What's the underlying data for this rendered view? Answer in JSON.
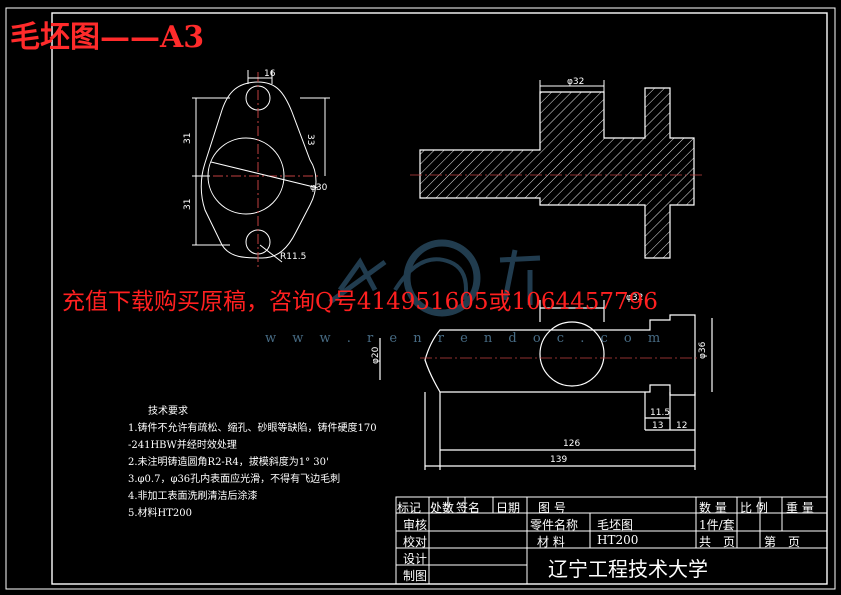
{
  "header": {
    "title": "毛坯图——A3"
  },
  "promo": {
    "text": "充值下载购买原稿，咨询Q号414951605或1064457796"
  },
  "watermark": {
    "url": "w w w . r e n r e n d o c . c o m"
  },
  "dimensions": {
    "left_view": {
      "top": "16",
      "left_upper": "31",
      "left_lower": "31",
      "right": "33",
      "diameter": "φ30",
      "radius": "R11.5"
    },
    "section_view": {
      "top": "φ32"
    },
    "bottom_view": {
      "bore": "φ32",
      "left": "φ20",
      "right": "φ36",
      "d115": "11.5",
      "d13": "13",
      "d12": "12",
      "d126": "126",
      "d139": "139"
    }
  },
  "requirements": {
    "title": "技术要求",
    "items": [
      "1.铸件不允许有疏松、缩孔、砂眼等缺陷，铸件硬度170",
      "-241HBW并经时效处理",
      "2.未注明铸造圆角R2-R4，拔模斜度为1° 30'",
      "3.φ0.7，φ36孔内表面应光滑，不得有飞边毛刺",
      "4.非加工表面洗刷清洁后涂漆",
      "5.材料HT200"
    ]
  },
  "title_block": {
    "rev_labels": [
      "标记",
      "处数",
      "签名",
      "日期"
    ],
    "drawing_no": "图 号",
    "qty_label": "数 量",
    "scale_label": "比 例",
    "weight_label": "重 量",
    "review": "审核",
    "check": "校对",
    "design": "设计",
    "draft": "制图",
    "part_name_label": "零件名称",
    "part_name": "毛坯图",
    "qty_value": "1件/套",
    "material_label": "材 料",
    "material": "HT200",
    "total_label": "共　页",
    "sheet_label": "第　页",
    "school": "辽宁工程技术大学"
  }
}
